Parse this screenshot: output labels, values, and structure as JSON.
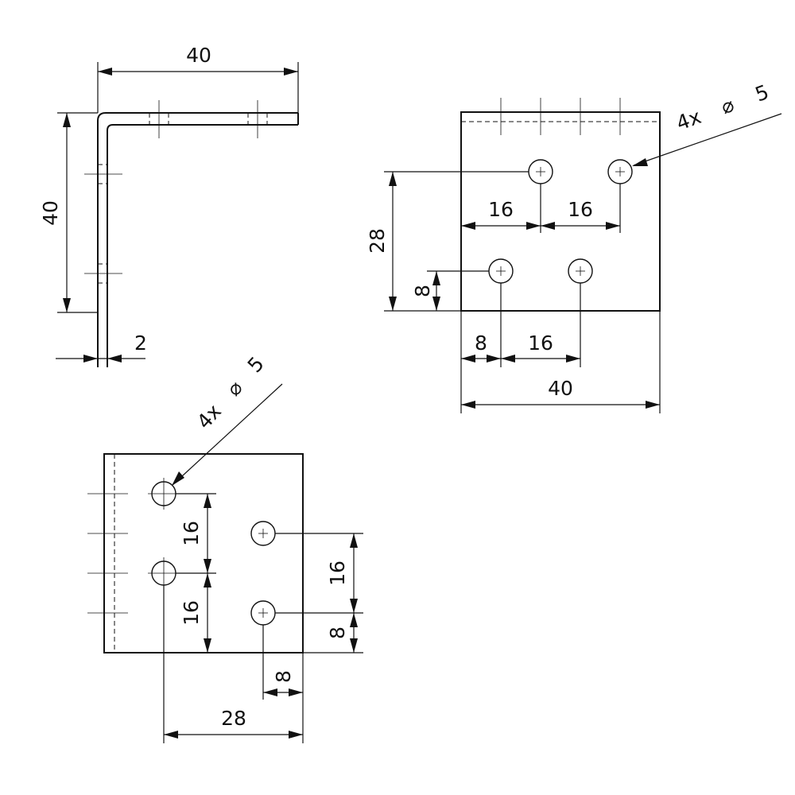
{
  "side_view": {
    "width_dim": "40",
    "height_dim": "40",
    "thickness_dim": "2"
  },
  "front_view": {
    "callout_count": "4x",
    "callout_symbol": "⌀",
    "callout_size": "5",
    "spacing_left": "16",
    "spacing_right": "16",
    "height_28": "28",
    "height_8": "8",
    "offset_8": "8",
    "spacing_bottom": "16",
    "total_width": "40"
  },
  "bottom_view": {
    "callout_count": "4x",
    "callout_symbol": "⌀",
    "callout_size": "5",
    "spacing_left_top": "16",
    "spacing_left_bottom": "16",
    "spacing_right": "16",
    "edge_8_right": "8",
    "edge_8_bottom": "8",
    "width_28": "28"
  }
}
